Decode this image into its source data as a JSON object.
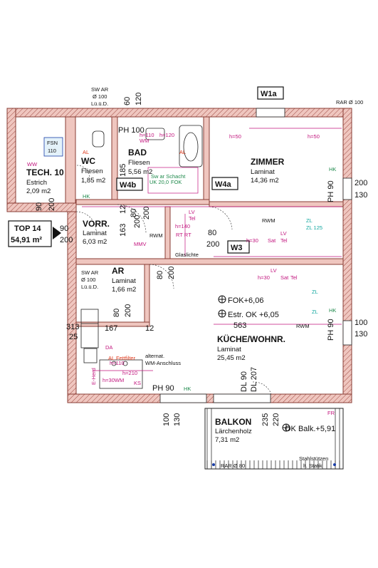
{
  "plan": {
    "unit": {
      "label": "TOP 14",
      "area": "54,91 m²"
    },
    "rooms": [
      {
        "id": "tech",
        "name": "TECH. 10",
        "floor": "Estrich",
        "area": "2,09 m2"
      },
      {
        "id": "wc",
        "name": "WC",
        "floor": "Fliesen",
        "area": "1,85 m2"
      },
      {
        "id": "bad",
        "name": "BAD",
        "floor": "Fliesen",
        "area": "5,56 m2"
      },
      {
        "id": "zimmer",
        "name": "ZIMMER",
        "floor": "Laminat",
        "area": "14,36 m2"
      },
      {
        "id": "vorr",
        "name": "VORR.",
        "floor": "Laminat",
        "area": "6,03 m2"
      },
      {
        "id": "ar",
        "name": "AR",
        "floor": "Laminat",
        "area": "1,66 m2"
      },
      {
        "id": "kueche",
        "name": "KÜCHE/WOHNR.",
        "floor": "Laminat",
        "area": "25,45 m2"
      },
      {
        "id": "balkon",
        "name": "BALKON",
        "floor": "Lärchenholz",
        "area": "7,31 m2"
      }
    ],
    "window_tags": [
      "W1a",
      "W4b",
      "W4a",
      "W3"
    ],
    "levels": [
      "FOK+6,06",
      "Estr. OK +6,05",
      "OK Balk.+5,91"
    ],
    "dimensions": {
      "top_main": [
        "60",
        "120"
      ],
      "ph100": "PH 100",
      "tech_left": "90",
      "tech_right": "200",
      "wc_door": "185",
      "entry": [
        "90",
        "200"
      ],
      "vorr_dims": [
        "163",
        "12",
        "200"
      ],
      "bad_door": [
        "80",
        "200"
      ],
      "zimmer_door": [
        "80",
        "200"
      ],
      "right_upper": [
        "200",
        "130"
      ],
      "right_lower": [
        "100",
        "130"
      ],
      "ar_door": [
        "80",
        "200"
      ],
      "glass_door": [
        "80",
        "200"
      ],
      "left_mid": [
        "313",
        "25"
      ],
      "inner": [
        "167",
        "12",
        "563"
      ],
      "ph90_zimmer": "PH 90",
      "ph90_kueche": "PH 90",
      "ph90_bottom": "PH 90",
      "dl": [
        "DL 90",
        "DL 207"
      ],
      "bottom_left": [
        "100",
        "130"
      ],
      "bottom_right": [
        "235",
        "220"
      ]
    },
    "notes": {
      "sw_top": [
        "SW AR",
        "Ø 100",
        "Lü.ü.D."
      ],
      "sw_mid": [
        "SW AR",
        "Ø 100",
        "Lü.ü.D."
      ],
      "rar_top": "RAR Ø 100",
      "rar_bottom": "RAR Ø 80",
      "fsn": [
        "FSN",
        "110"
      ],
      "rwm": "RWM",
      "zl": "ZL",
      "zl125": "ZL 125",
      "sat": "Sat",
      "lv": "LV",
      "tel": "Tel",
      "h30": "h=30",
      "h50": "h=50",
      "h110": "h=110",
      "h120": "h=120",
      "h140": "h=140",
      "h210": "h=210",
      "h30wm": "h=30WM",
      "mmv": "MMV",
      "rt": "RT RT",
      "glaslichte": "Glaslichte",
      "al": "AL",
      "al_fett": "AL Fettfilter",
      "ks": "KS",
      "da": "DA",
      "eherd": "E-Herd",
      "wm": "WM",
      "hk": "HK",
      "fr": "FR",
      "wm_alt": [
        "alternat.",
        "WM-Anschluss"
      ],
      "stahl": [
        "Stahlstützen",
        "lt. Statik"
      ],
      "fok_bad": "FOK",
      "uk": "UK 20,0",
      "sw_note": "Sw ar Schacht",
      "ww": "WW"
    }
  }
}
